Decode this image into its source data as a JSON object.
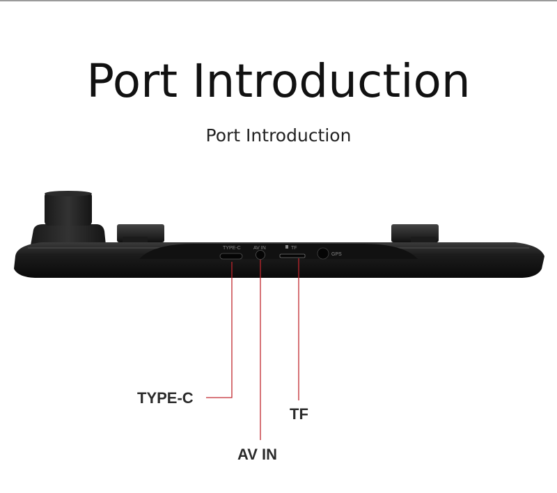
{
  "heading": {
    "title": "Port Introduction",
    "subtitle": "Port Introduction"
  },
  "device": {
    "port_markings": {
      "type_c": "TYPE-C",
      "av_in": "AV IN",
      "tf": "TF",
      "gps": "GPS"
    }
  },
  "callouts": {
    "type_c": "TYPE-C",
    "av_in": "AV IN",
    "tf": "TF"
  },
  "colors": {
    "leader_line": "#c0262d",
    "device_body": "#141414"
  }
}
